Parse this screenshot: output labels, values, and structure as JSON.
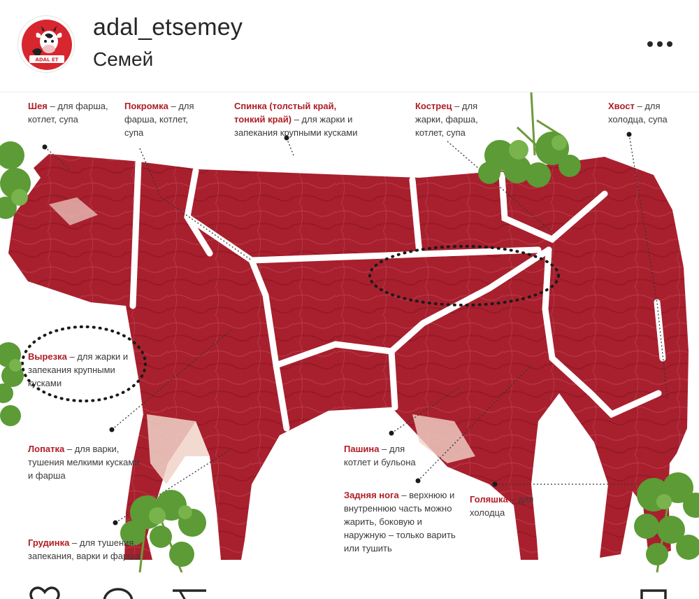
{
  "post": {
    "username": "adal_etsemey",
    "location": "Семей",
    "more_icon": "more-horizontal-icon",
    "avatar_logo_text": "ADAL ET"
  },
  "colors": {
    "meat": "#a8202e",
    "meat_dark": "#8e1422",
    "fat": "#f0d3c8",
    "separator": "#ffffff",
    "label_name": "#b01d25",
    "label_text": "#3a3a3a",
    "herb": "#5c9b35",
    "avatar_red": "#d7262e"
  },
  "cuts": [
    {
      "id": "neck",
      "name": "Шея",
      "desc": "– для фарша, котлет, супа"
    },
    {
      "id": "flank",
      "name": "Покромка",
      "desc": "– для фарша, котлет, супа"
    },
    {
      "id": "back",
      "name": "Спинка (толстый край, тонкий край)",
      "desc": "– для жарки и запекания крупными кусками"
    },
    {
      "id": "rump",
      "name": "Кострец",
      "desc": "– для жарки, фарша, котлет, супа"
    },
    {
      "id": "tail",
      "name": "Хвост",
      "desc": "– для холодца, супа"
    },
    {
      "id": "tenderloin",
      "name": "Вырезка",
      "desc": "– для жарки и запекания крупными кусками"
    },
    {
      "id": "shoulder",
      "name": "Лопатка",
      "desc": "– для варки, тушения мелкими кусками и фарша"
    },
    {
      "id": "brisket",
      "name": "Грудинка",
      "desc": "– для тушения, запекания, варки и фарша"
    },
    {
      "id": "belly",
      "name": "Пашина",
      "desc": "– для котлет и бульона"
    },
    {
      "id": "hind-leg",
      "name": "Задняя нога",
      "desc": "– верхнюю и внутреннюю часть можно жарить, боковую и наружную – только варить или тушить"
    },
    {
      "id": "shank",
      "name": "Голяшка",
      "desc": "– для холодца"
    }
  ],
  "actions": {
    "like_icon": "heart-icon",
    "comment_icon": "comment-icon",
    "share_icon": "share-icon",
    "save_icon": "bookmark-icon"
  }
}
